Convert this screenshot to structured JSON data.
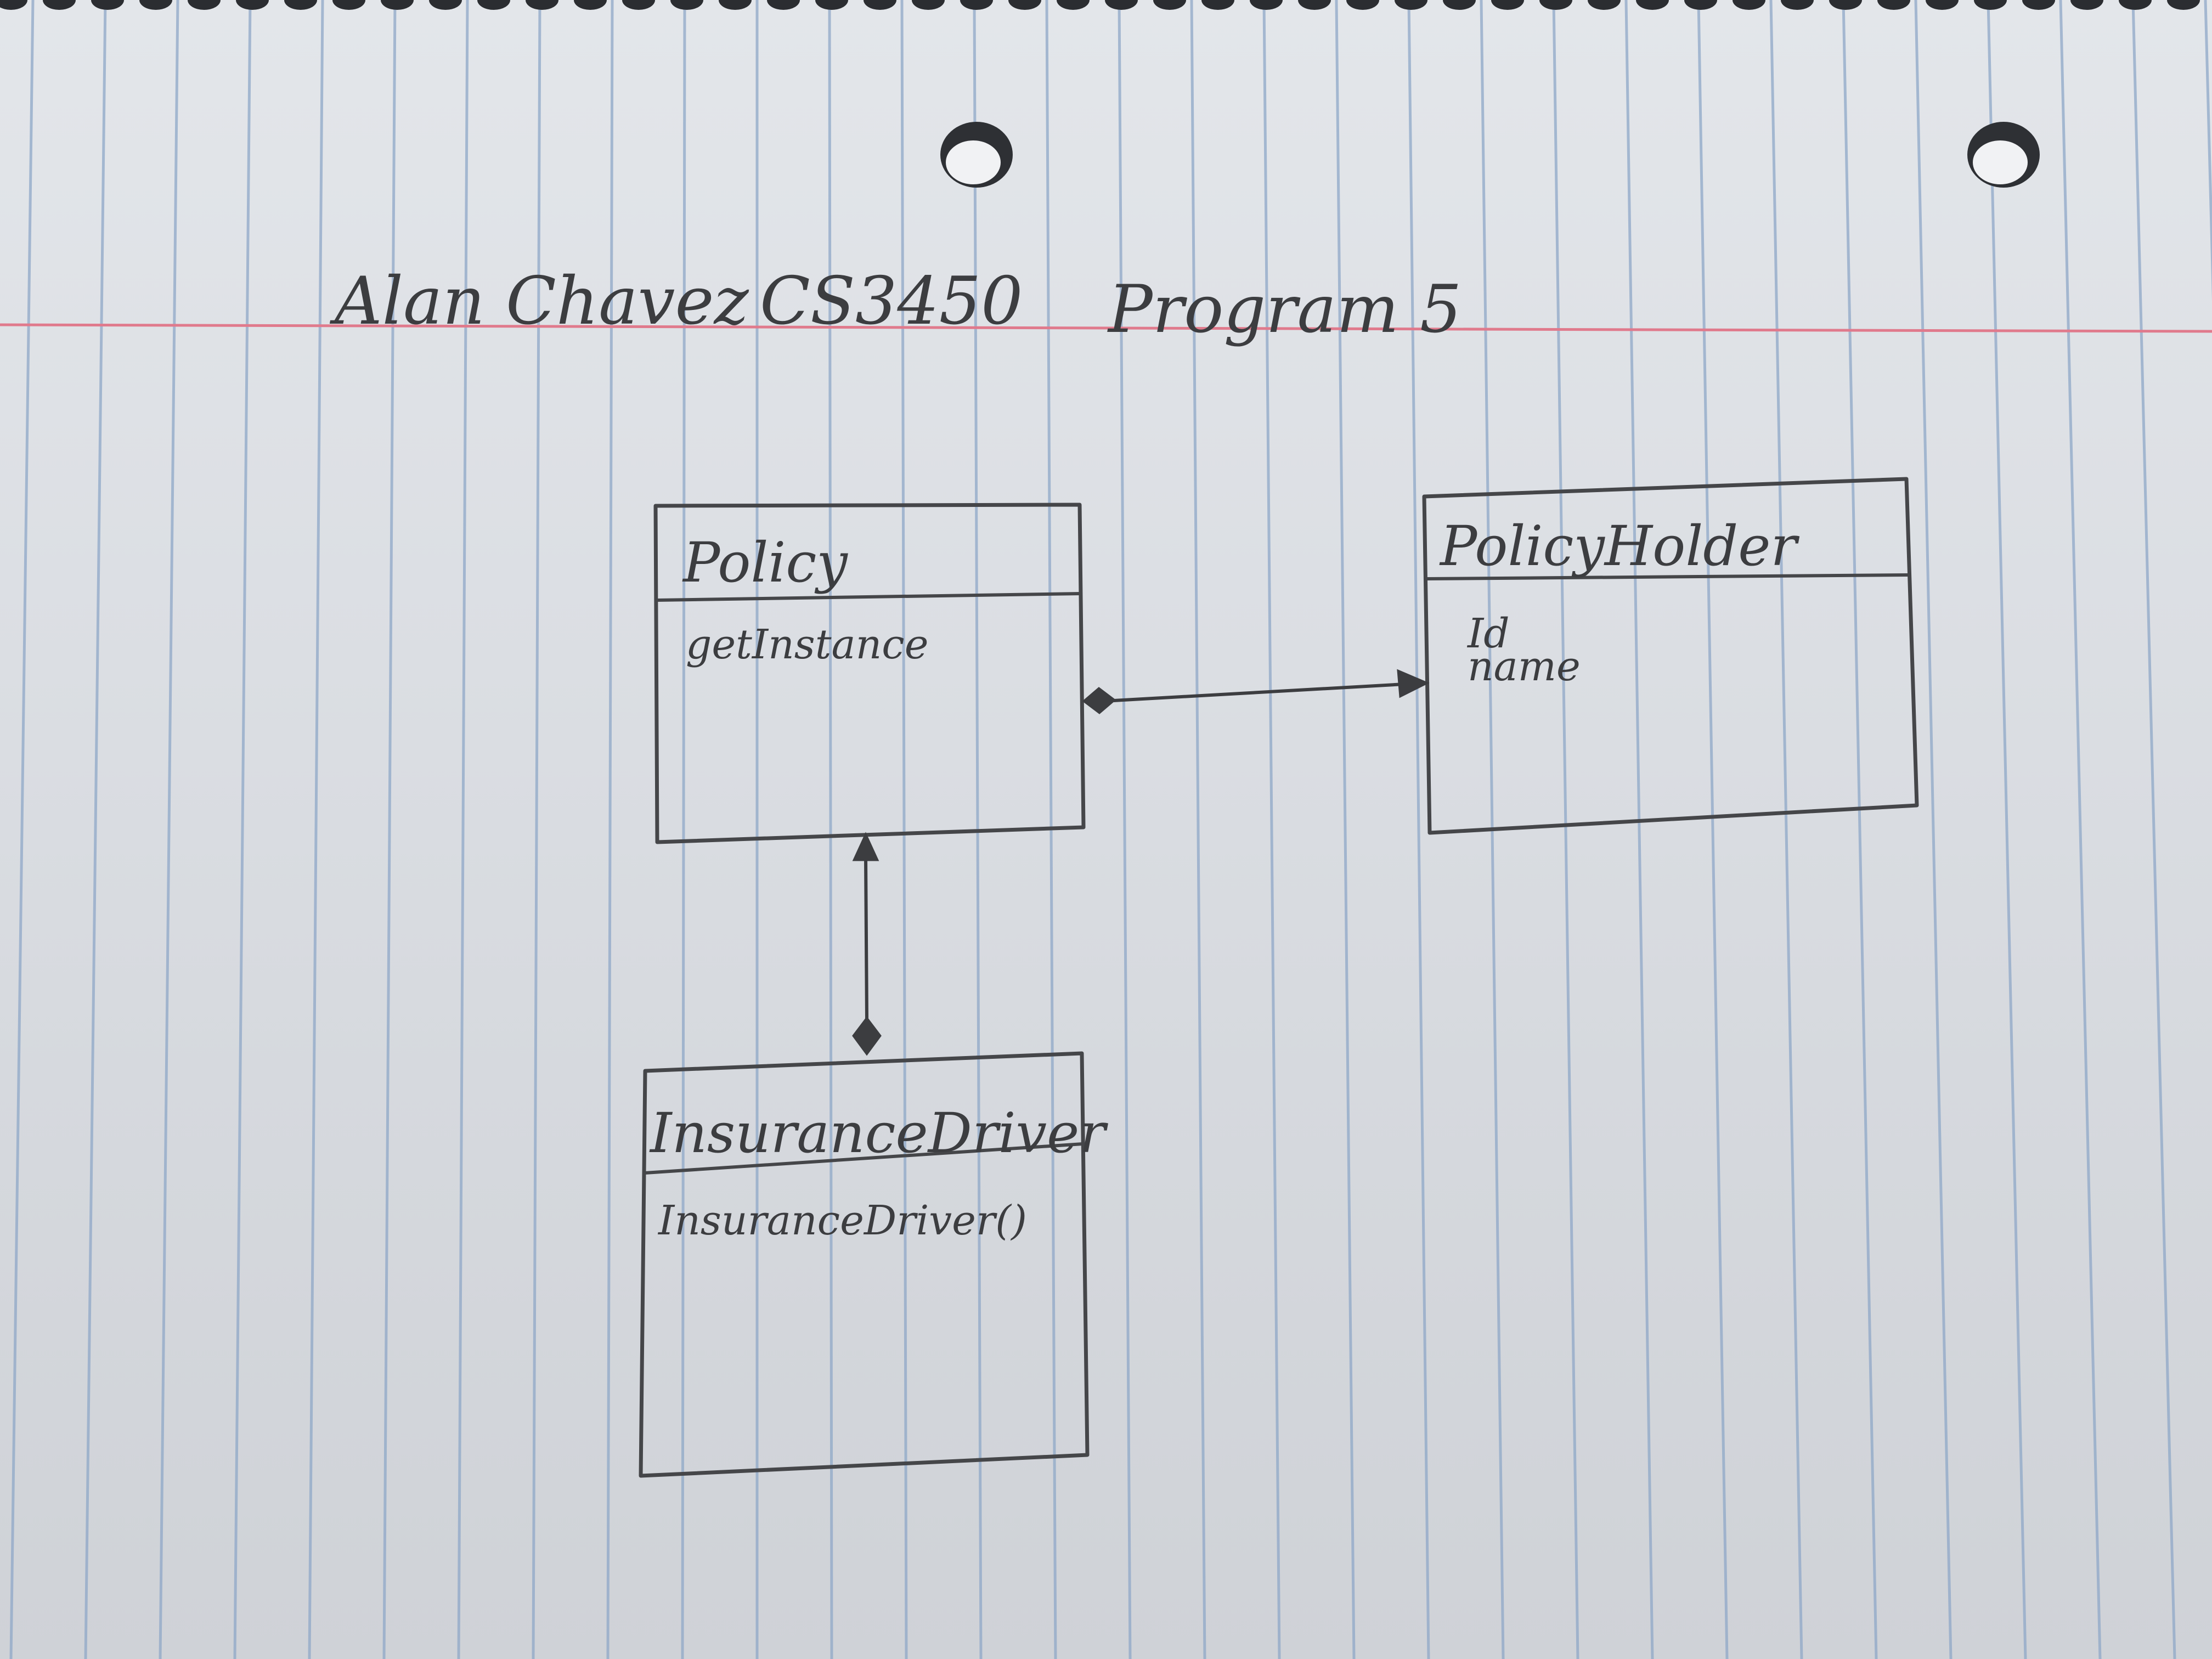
{
  "header": {
    "name": "Alan Chavez",
    "course": "CS3450",
    "assignment": "Program 5"
  },
  "diagram": {
    "classes": [
      {
        "id": "policy",
        "name": "Policy",
        "members": [
          "getInstance"
        ]
      },
      {
        "id": "policyholder",
        "name": "PolicyHolder",
        "members": [
          "Id",
          "name"
        ]
      },
      {
        "id": "insurancedriver",
        "name": "InsuranceDriver",
        "members": [
          "InsuranceDriver()"
        ]
      }
    ],
    "relationships": [
      {
        "from": "policy",
        "to": "policyholder",
        "type": "composition",
        "source_end": "filled-diamond",
        "target_end": "arrowhead"
      },
      {
        "from": "insurancedriver",
        "to": "policy",
        "type": "composition",
        "source_end": "filled-diamond",
        "target_end": "arrowhead"
      }
    ]
  },
  "colors": {
    "paper": "#dfe2e6",
    "rule_line": "#8fa8c8",
    "margin_line": "#e07a8c",
    "pencil": "#3c3d40"
  }
}
